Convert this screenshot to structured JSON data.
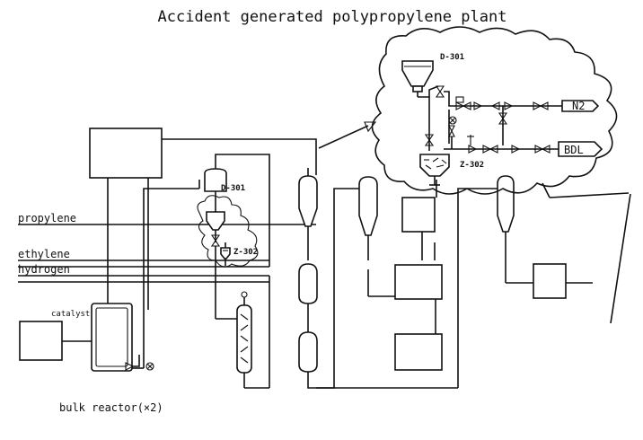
{
  "title": "Accident generated polypropylene plant",
  "feeds": {
    "propylene": "propylene",
    "ethylene": "ethylene",
    "hydrogen": "hydrogen"
  },
  "catalyst": "catalyst",
  "reactor": "bulk reactor(×2)",
  "tags": {
    "d301_main": "D-301",
    "z302_main": "Z-302",
    "d301_inset": "D-301",
    "z302_inset": "Z-302"
  },
  "inset_streams": {
    "nitrogen": "N2",
    "bdl": "BDL"
  }
}
